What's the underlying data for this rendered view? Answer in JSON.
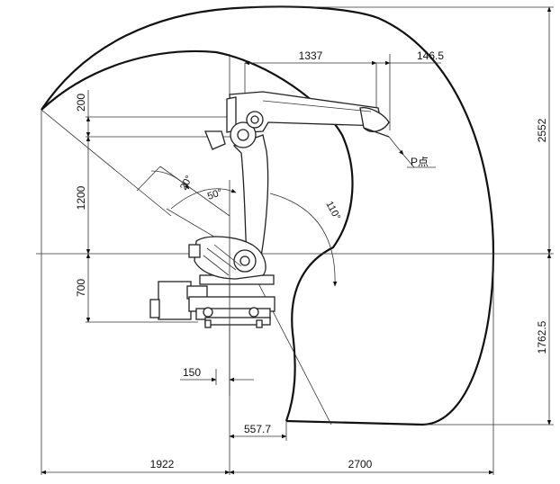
{
  "diagram": {
    "dimensions": {
      "top_reach": "1337",
      "top_offset": "146.5",
      "height_200": "200",
      "height_1200": "1200",
      "height_700": "700",
      "width_150": "150",
      "width_557": "557.7",
      "bottom_left": "1922",
      "bottom_right": "2700",
      "right_upper": "2552",
      "right_lower": "1762.5"
    },
    "angles": {
      "a20": "20°",
      "a50": "50°",
      "a110": "110°"
    },
    "point_label": "P点"
  }
}
